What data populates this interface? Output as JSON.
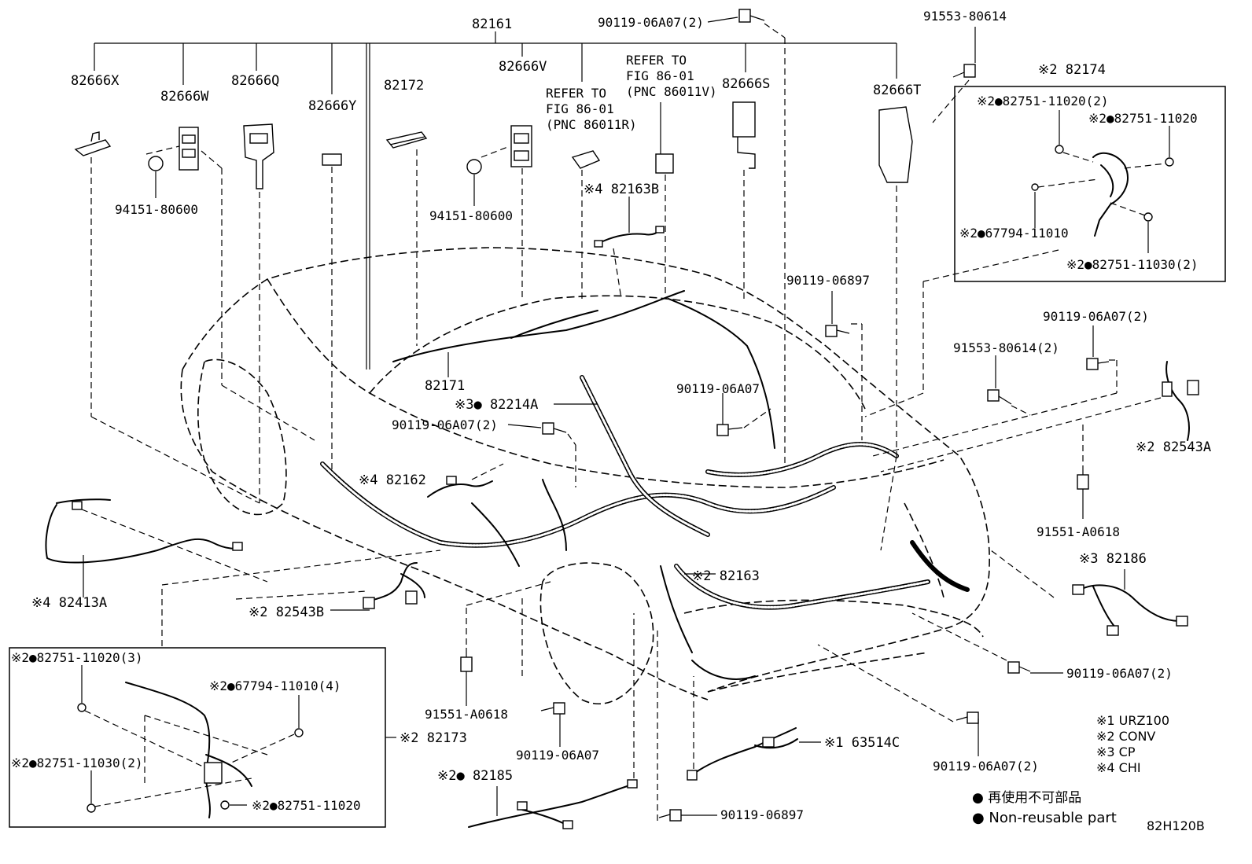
{
  "labels": {
    "p82161": "82161",
    "p82666X": "82666X",
    "p82666W": "82666W",
    "p82666Q": "82666Q",
    "p82666Y": "82666Y",
    "p82172": "82172",
    "p82666V": "82666V",
    "refer1_l1": "REFER TO",
    "refer1_l2": "FIG 86-01",
    "refer1_l3": "(PNC 86011R)",
    "bolt_top": "90119-06A07(2)",
    "refer2_l1": "REFER TO",
    "refer2_l2": "FIG 86-01",
    "refer2_l3": "(PNC 86011V)",
    "p82666S": "82666S",
    "p91553_top": "91553-80614",
    "p82666T": "82666T",
    "box1_title": "※2 82174",
    "box1_a": "※2●82751-11020(2)",
    "box1_b": "※2●82751-11020",
    "box1_c": "※2●67794-11010",
    "box1_d": "※2●82751-11030(2)",
    "grom1": "94151-80600",
    "grom2": "94151-80600",
    "p82163B": "※4 82163B",
    "p82171": "82171",
    "p82214A": "※3● 82214A",
    "bolt_mid": "90119-06A07",
    "bolt_mid2": "90119-06A07(2)",
    "p82162": "※4 82162",
    "bolt_r1": "90119-06897",
    "bolt_r2": "90119-06A07(2)",
    "p91553_r": "91553-80614(2)",
    "p82543A": "※2 82543A",
    "p91551_r": "91551-A0618",
    "p82186": "※3 82186",
    "p82163": "※2 82163",
    "p82413A": "※4 82413A",
    "p82543B": "※2 82543B",
    "box2_a": "※2●82751-11020(3)",
    "box2_b": "※2●67794-11010(4)",
    "box2_c": "※2●82751-11030(2)",
    "box2_d": "※2●82751-11020",
    "p82173": "※2 82173",
    "p91551_b": "91551-A0618",
    "bolt_b1": "90119-06A07",
    "p82185": "※2● 82185",
    "bolt_b2": "90119-06897",
    "p63514C": "※1 63514C",
    "bolt_br1": "90119-06A07(2)",
    "bolt_br2": "90119-06A07(2)"
  },
  "legend": {
    "n1": "※1 URZ100",
    "n2": "※2 CONV",
    "n3": "※3 CP",
    "n4": "※4 CHI",
    "jp": "● 再使用不可部品",
    "en": "● Non-reusable part"
  },
  "figure_code": "82H120B"
}
